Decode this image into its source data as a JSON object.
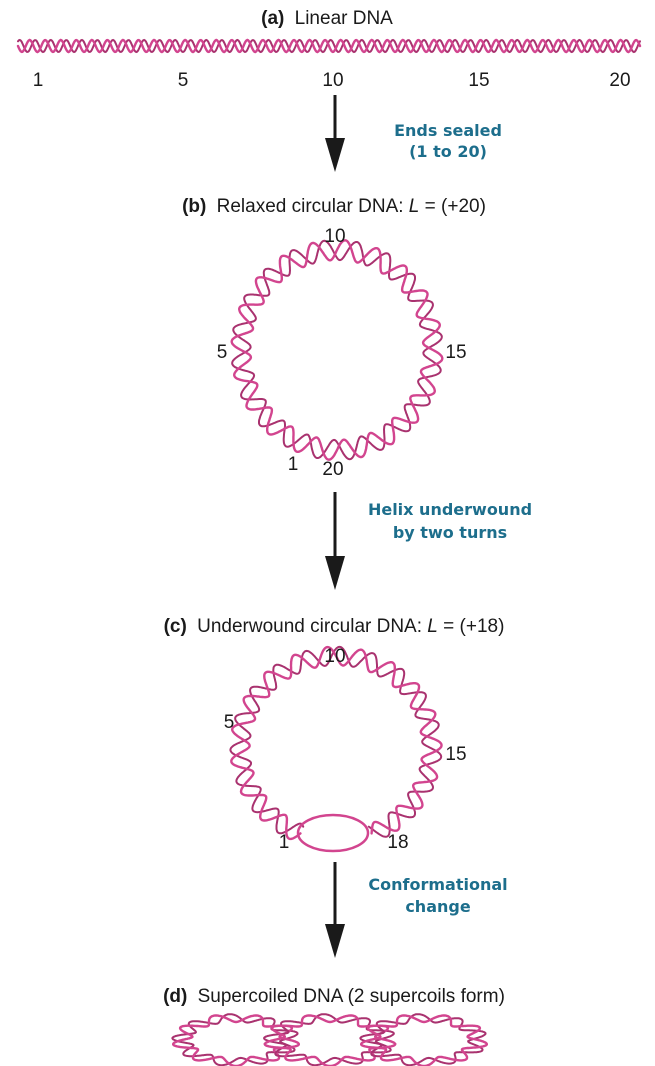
{
  "colors": {
    "dna": "#d2458f",
    "dna_dark": "#a9326f",
    "step_text": "#1d6e8c",
    "arrow": "#1a1a1a"
  },
  "panels": {
    "a": {
      "letter": "(a)",
      "label": "Linear DNA"
    },
    "b": {
      "letter": "(b)",
      "label": "Relaxed circular DNA: ",
      "L": "L",
      "eq": " = (+20)"
    },
    "c": {
      "letter": "(c)",
      "label": "Underwound circular DNA: ",
      "L": "L",
      "eq": " = (+18)"
    },
    "d": {
      "letter": "(d)",
      "label": "Supercoiled DNA (2 supercoils form)"
    }
  },
  "linear_ticks": [
    "1",
    "5",
    "10",
    "15",
    "20"
  ],
  "circle_b_labels": {
    "top": "10",
    "left": "5",
    "right": "15",
    "bottom_left": "1",
    "bottom_right": "20"
  },
  "circle_c_labels": {
    "top": "10",
    "left": "5",
    "right": "15",
    "bottom_left": "1",
    "bottom_right": "18"
  },
  "steps": [
    {
      "line1": "Ends sealed",
      "line2": "(1 to 20)"
    },
    {
      "line1": "Helix underwound",
      "line2": "by two turns"
    },
    {
      "line1": "Conformational",
      "line2": "change"
    }
  ]
}
